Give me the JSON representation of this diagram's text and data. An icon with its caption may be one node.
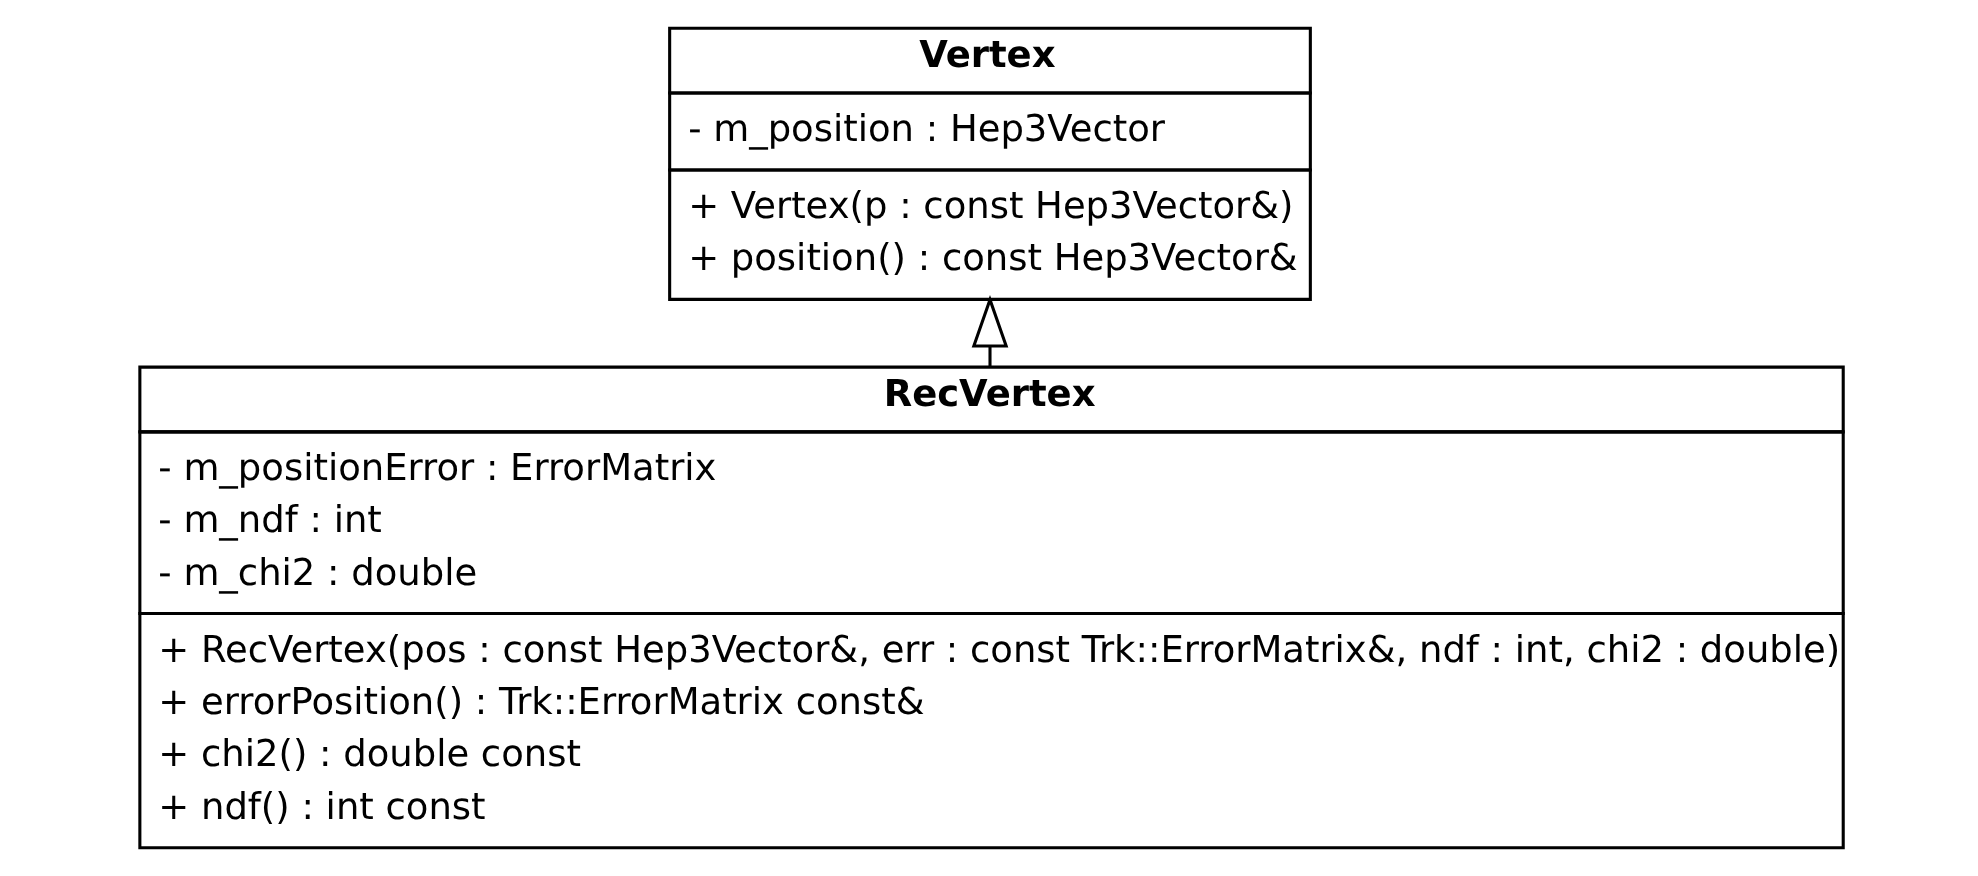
{
  "diagram": {
    "nodes": [
      {
        "text": [
          "Vertex",
          "- m_position : Hep3Vector",
          "+ Vertex(p : const Hep3Vector&)",
          "+ position() : const Hep3Vector&"
        ]
      },
      {
        "text": [
          "RecVertex",
          "- m_positionError : ErrorMatrix",
          "- m_ndf : int",
          "- m_chi2 : double",
          "+ RecVertex(pos : const Hep3Vector&, err : const Trk::ErrorMatrix&, ndf : int, chi2 : double)",
          "+ errorPosition() : Trk::ErrorMatrix const&",
          "+ chi2() : double const",
          "+ ndf() : int const"
        ]
      }
    ],
    "edges": [
      {
        "from": 1,
        "to": 0,
        "arrow": "to"
      }
    ]
  }
}
